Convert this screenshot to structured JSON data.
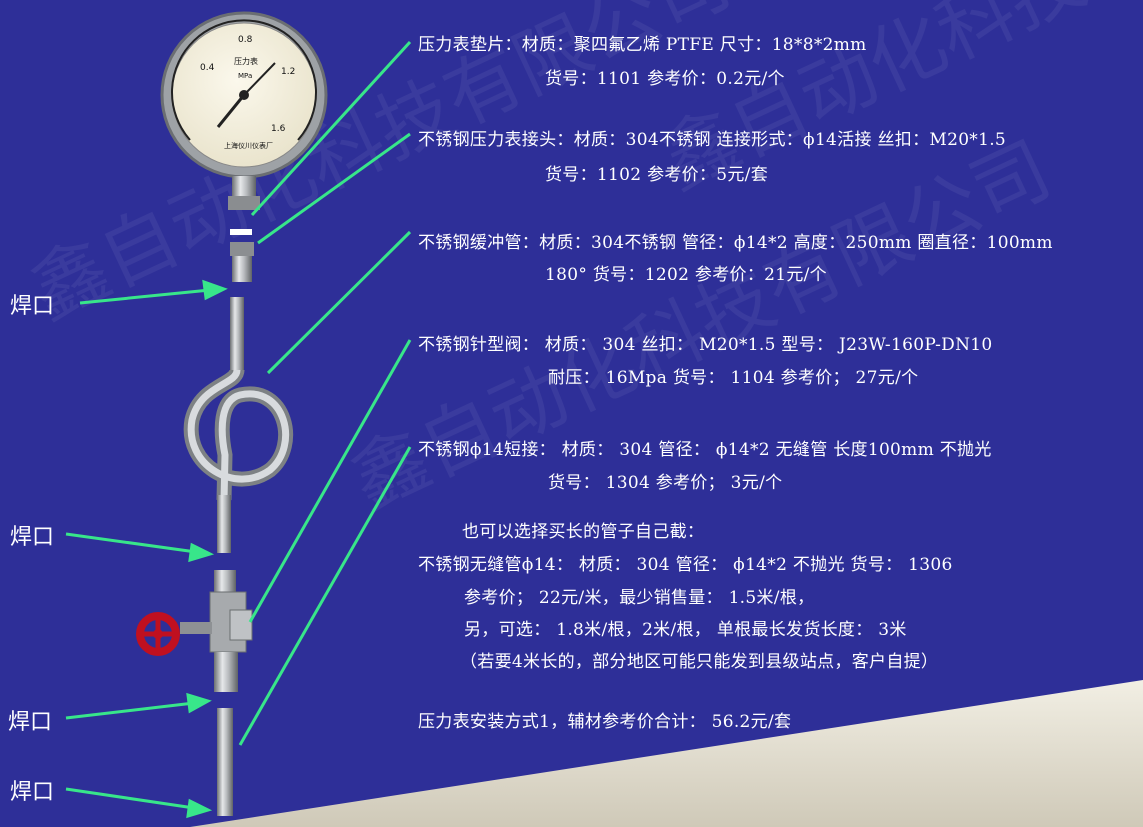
{
  "watermark": [
    "鑫自动化科技有限公司",
    "鑫自动化科技有限公司",
    "鑫自动化科技有限公司"
  ],
  "gauge": {
    "ticks": [
      "0.4",
      "0.8",
      "1.2",
      "1.6"
    ],
    "unit_text": "压力表",
    "unit": "MPa",
    "maker": "上海仪川仪表厂"
  },
  "weld_labels": [
    "焊口",
    "焊口",
    "焊口",
    "焊口"
  ],
  "items": [
    {
      "line1": "压力表垫片：材质：聚四氟乙烯 PTFE 尺寸：18*8*2mm",
      "line2": "货号：1101   参考价：0.2元/个"
    },
    {
      "line1": "不锈钢压力表接头：材质：304不锈钢   连接形式：ϕ14活接 丝扣：M20*1.5",
      "line2": "货号：1102 参考价：5元/套"
    },
    {
      "line1": "不锈钢缓冲管：材质：304不锈钢 管径：ϕ14*2 高度：250mm 圈直径：100mm",
      "line2": "180°     货号：1202 参考价：21元/个"
    },
    {
      "line1": "不锈钢针型阀： 材质： 304 丝扣： M20*1.5  型号： J23W-160P-DN10",
      "line2": "耐压： 16Mpa  货号： 1104    参考价； 27元/个"
    },
    {
      "line1": "不锈钢ϕ14短接： 材质： 304 管径： ϕ14*2 无缝管 长度100mm 不抛光",
      "line2": "货号： 1304   参考价； 3元/个"
    }
  ],
  "alt_block": {
    "intro": "也可以选择买长的管子自己截：",
    "line1": "不锈钢无缝管ϕ14： 材质： 304 管径： ϕ14*2 不抛光   货号： 1306",
    "line2": "参考价； 22元/米，最少销售量： 1.5米/根，",
    "line3": "另，可选： 1.8米/根，2米/根，    单根最长发货长度： 3米",
    "line4": "（若要4米长的，部分地区可能只能发到县级站点，客户自提）"
  },
  "total": "压力表安装方式1，辅材参考价合计： 56.2元/套",
  "colors": {
    "background": "#2e2f98",
    "arrow": "#38e68a",
    "text": "#ffffff",
    "pipe": "#a9acae",
    "valve_handle": "#c01020"
  }
}
